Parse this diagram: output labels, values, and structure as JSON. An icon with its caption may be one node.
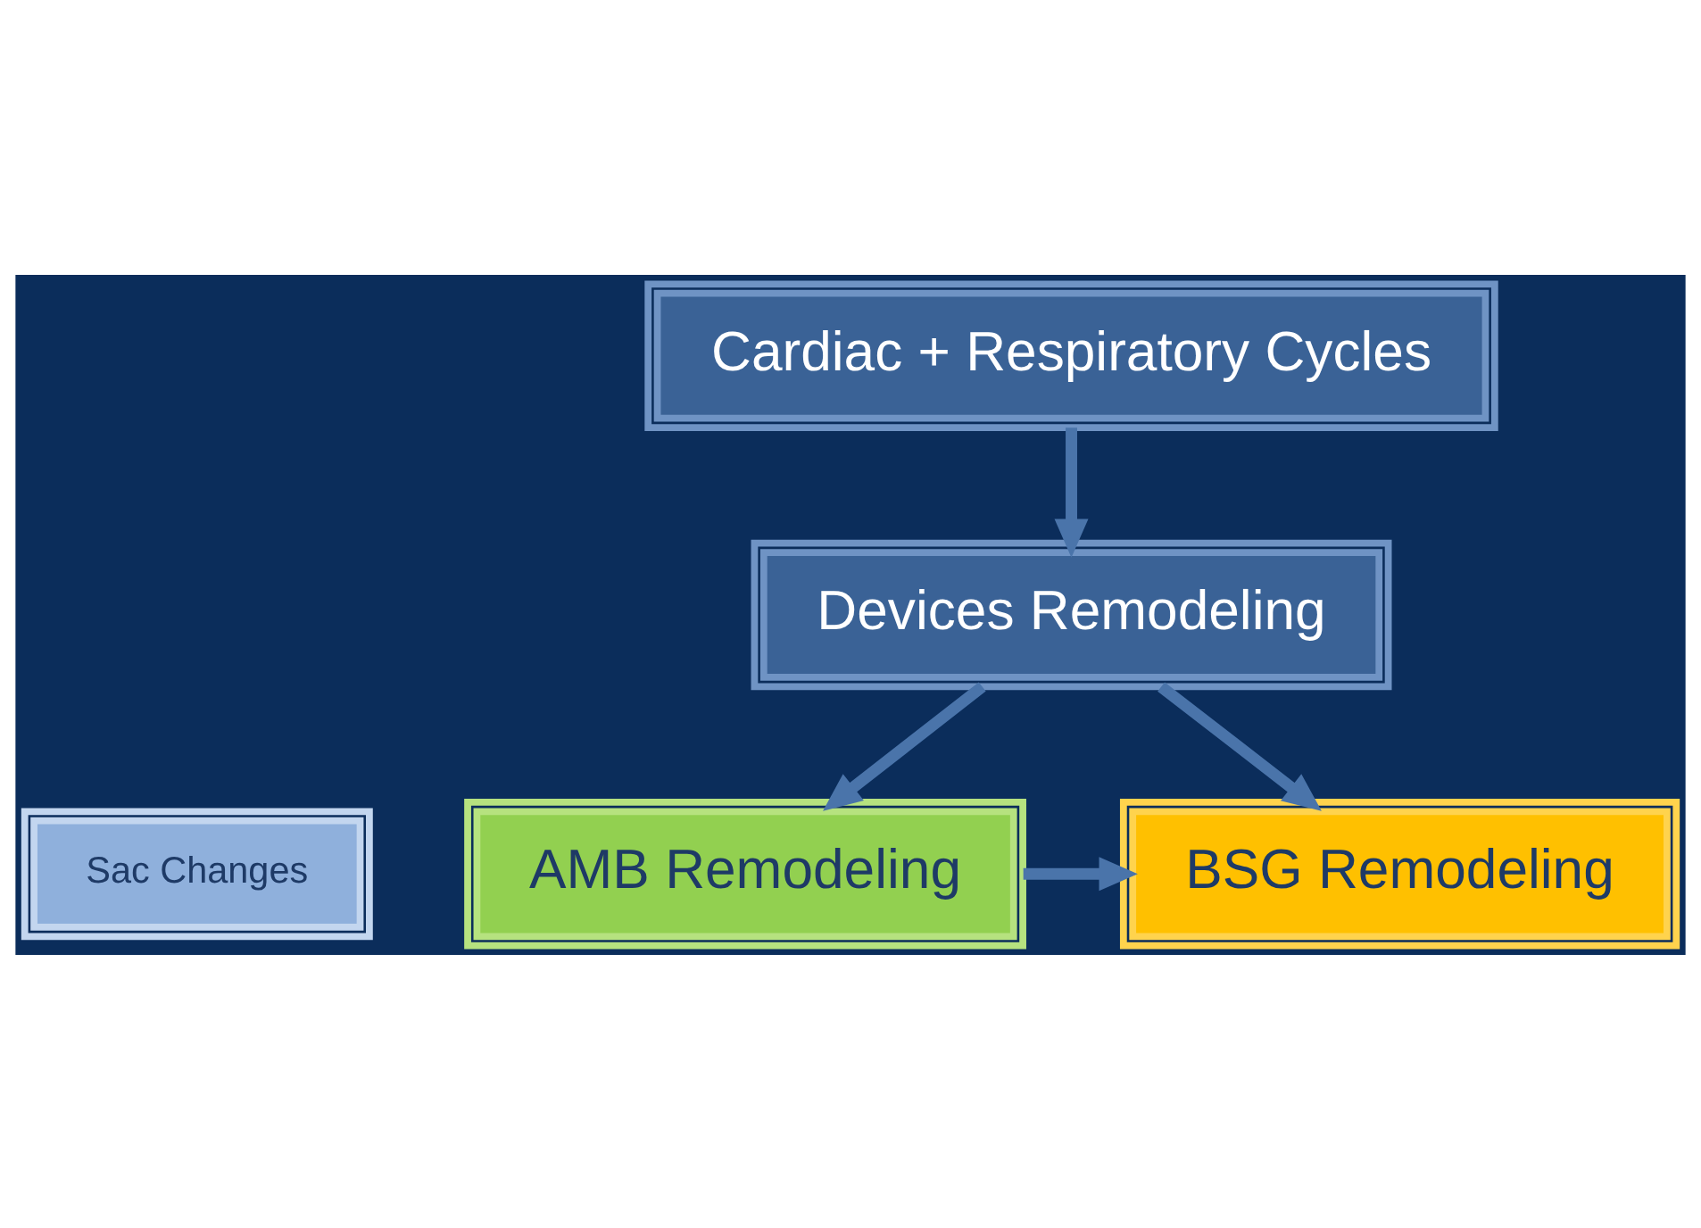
{
  "diagram": {
    "nodes": [
      {
        "text": [
          "Cardiac + Respiratory Cycles"
        ]
      },
      {
        "text": [
          "Sac Changes"
        ]
      },
      {
        "text": [
          "Devices Remodeling"
        ]
      },
      {
        "text": [
          "AMB Remodeling"
        ]
      },
      {
        "text": [
          "BSG Remodeling"
        ]
      }
    ],
    "edges": [
      {
        "from": 0,
        "to": 2,
        "arrow": "to"
      },
      {
        "from": 2,
        "to": 3,
        "arrow": "to"
      },
      {
        "from": 2,
        "to": 4,
        "arrow": "to"
      },
      {
        "from": 3,
        "to": 4,
        "arrow": "to"
      }
    ]
  }
}
